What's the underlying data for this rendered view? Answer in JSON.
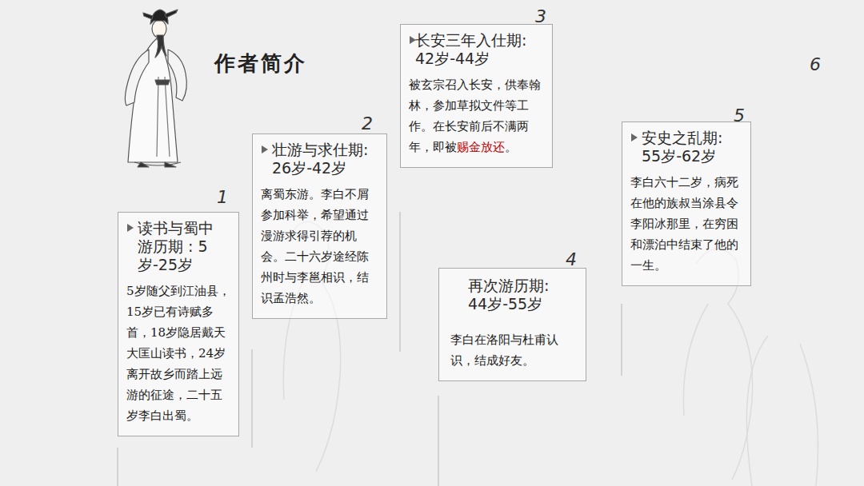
{
  "diagram": {
    "title": "作者简介",
    "nodes": [
      {
        "text": [
          "读书与蜀中 游历期 : 5岁-25岁",
          "5岁随父到江油县，15岁已有诗赋多首，18岁隐居戴天大匡山读书，24岁离开故乡而踏上远游的征途，二十五岁李白出蜀。"
        ]
      },
      {
        "text": [
          "壮游与求仕期: 26岁-42岁",
          "离蜀东游。李白不屑参加科举，希望通过漫游求得引荐的机会。二十六岁途经陈州时与李邕相识，结识孟浩然。"
        ]
      },
      {
        "text": [
          "长安三年入仕期: 42岁-44岁",
          "被玄宗召入长安，供奉翰林，参加草拟文件等工作。在长安前后不满两年，即被赐金放还。"
        ]
      },
      {
        "text": [
          "再次游历期: 44岁-55岁",
          "李白在洛阳与杜甫认识，结成好友。"
        ]
      },
      {
        "text": [
          "安史之乱期: 55岁-62岁",
          "李白六十二岁，病死在他的族叔当涂县令李阳冰那里，在穷困和漂泊中结束了他的一生。"
        ]
      }
    ],
    "labels": [
      "1",
      "2",
      "3",
      "4",
      "5",
      "6"
    ]
  }
}
